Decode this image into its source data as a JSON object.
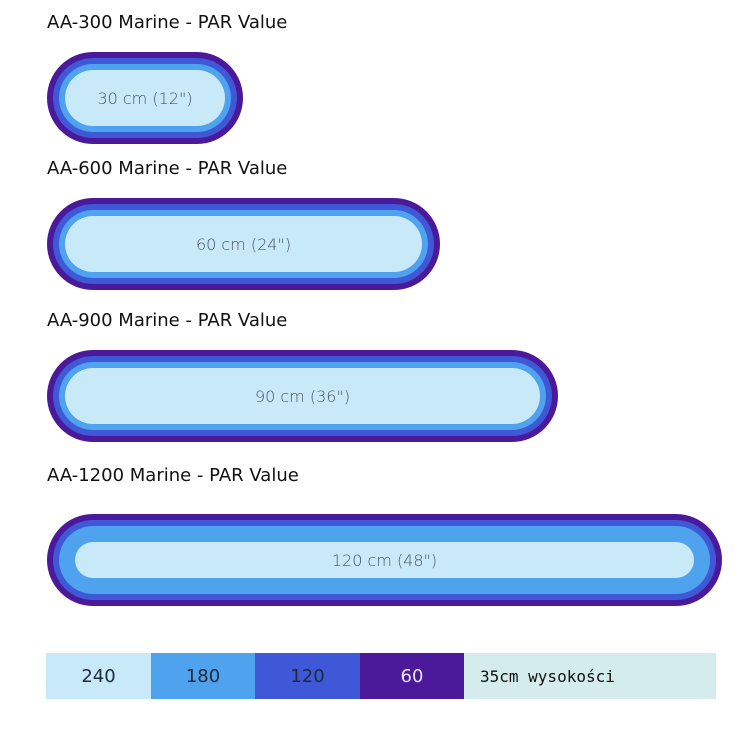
{
  "lamps": [
    {
      "title": "AA-300 Marine - PAR Value",
      "label": "30 cm (12\")"
    },
    {
      "title": "AA-600 Marine - PAR Value",
      "label": "60 cm (24\")"
    },
    {
      "title": "AA-900 Marine - PAR Value",
      "label": "90 cm (36\")"
    },
    {
      "title": "AA-1200 Marine - PAR Value",
      "label": "120 cm (48\")"
    }
  ],
  "legend": {
    "levels": [
      {
        "value": "240",
        "color": "#c8e9f8",
        "text_color": "#1e2a3a"
      },
      {
        "value": "180",
        "color": "#4ea2ee",
        "text_color": "#1e2a3a"
      },
      {
        "value": "120",
        "color": "#3e58d8",
        "text_color": "#1e2a3a"
      },
      {
        "value": "60",
        "color": "#4b1a9a",
        "text_color": "#e9e3f7"
      }
    ],
    "note": "35cm wysokości",
    "note_color": "#d4ecec"
  }
}
